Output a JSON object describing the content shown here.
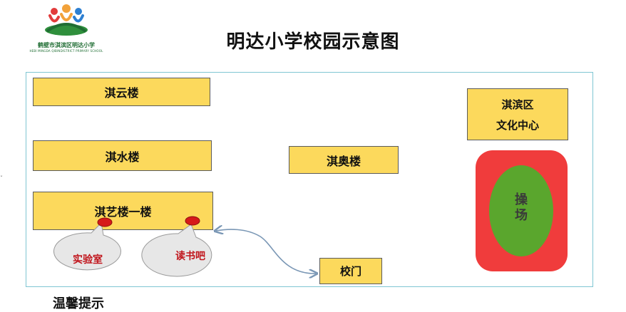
{
  "logo": {
    "school_name": "鹤壁市淇滨区明达小学",
    "english_name": "HEBI MINGDA QIBINDISTRICT PRIMARY SCHOOL"
  },
  "title": "明达小学校园示意图",
  "buildings": {
    "qiyun": "淇云楼",
    "qishui": "淇水楼",
    "qiyi": "淇艺楼一楼",
    "qiao": "淇奥楼",
    "culture_line1": "淇滨区",
    "culture_line2": "文化中心",
    "gate": "校门"
  },
  "rooms": {
    "lab": "实验室",
    "reading": "读书吧"
  },
  "playground": {
    "char1": "操",
    "char2": "场"
  },
  "footer_partial": "温馨提示",
  "colors": {
    "building_fill": "#fcd95c",
    "playground_outer": "#f03c3c",
    "playground_inner": "#5aa62d",
    "marker_red": "#d61a1a",
    "frame": "#7fc6d3",
    "arrow": "#7a97b5"
  }
}
